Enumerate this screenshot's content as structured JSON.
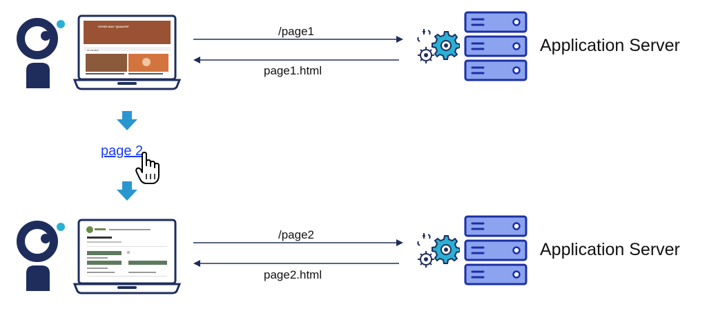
{
  "row1": {
    "request_label": "/page1",
    "response_label": "page1.html",
    "server_label": "Application Server",
    "screen": {
      "title": "VOYEZ AUX \"QUALIFS\"",
      "date": "21 mai 2023"
    }
  },
  "link": {
    "text": "page  2"
  },
  "row2": {
    "request_label": "/page2",
    "response_label": "page2.html",
    "server_label": "Application Server"
  },
  "colors": {
    "navy": "#1e2d5c",
    "cyan": "#2ab0d4",
    "arrow_down": "#2996cf",
    "server_fill": "#8ca4ef",
    "server_stroke": "#1b2fa3",
    "link": "#1a3cff"
  },
  "icons": [
    "user-avatar-icon",
    "laptop-icon",
    "gears-icon",
    "server-icon",
    "hand-cursor-icon",
    "down-arrow-icon"
  ]
}
